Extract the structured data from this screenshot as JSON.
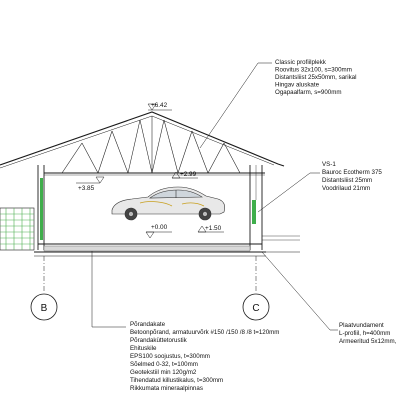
{
  "levels": {
    "ridge": "+6.42",
    "eave": "+3.85",
    "beam": "+2.99",
    "platform": "+1.50",
    "floor": "+0.00"
  },
  "roof_note": [
    "Classic profiilplekk",
    "Roovitus 32x100, s=300mm",
    "Distantsliist 25x50mm, sarikal",
    "Hingav aluskate",
    "Ogapaalfarm, s=900mm"
  ],
  "wall_note": [
    "VS-1",
    "Bauroc Ecotherm 375",
    "Distantsliist 25mm",
    "Voodrilaud 21mm"
  ],
  "floor_note": [
    "Põrandakate",
    "Betoonpõrand, armatuurvõrk #150 /150 /8 /8 t=120mm",
    "Põrandaküttetorustik",
    "Ehituskile",
    "EPS100 soojustus, t=300mm",
    "Sõelmed 0-32, t=100mm",
    "Geotekstiil min 120g/m2",
    "Tihendatud killustikalus, t=300mm",
    "Rikkumata mineraalpinnas"
  ],
  "foundation_note": [
    "Plaatvundament",
    "L-profiil, h=400mm",
    "Armeeritud 5x12mm,"
  ],
  "axes": {
    "left": "B",
    "right": "C"
  },
  "colors": {
    "line": "#1a1a1a",
    "wall_green": "#3fae4b",
    "gate_green": "#4caf50",
    "hatch": "#555555"
  },
  "icons": {
    "car": "car-silhouette",
    "level_marker": "triangle-level-marker"
  }
}
